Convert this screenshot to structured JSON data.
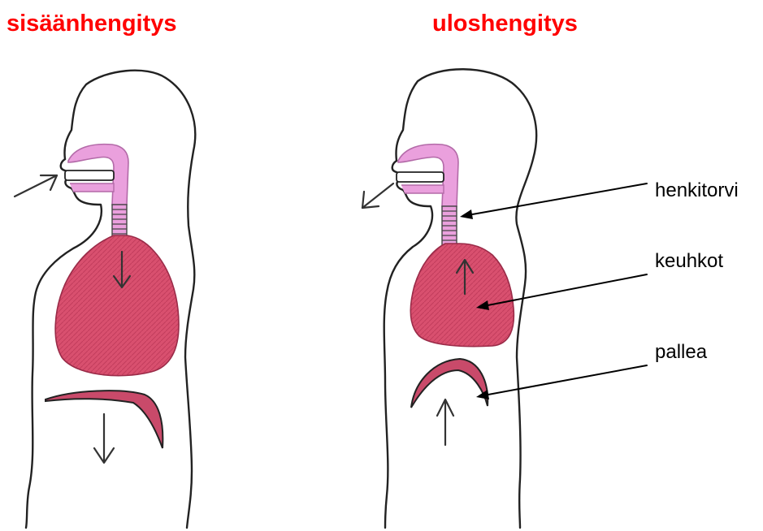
{
  "titles": {
    "inhale": "sisäänhengitys",
    "exhale": "uloshengitys"
  },
  "labels": {
    "trachea": "henkitorvi",
    "lungs": "keuhkot",
    "diaphragm": "pallea"
  },
  "colors": {
    "title": "#ff0000",
    "lung_fill": "#d9506f",
    "airway_fill": "#eaa0dd",
    "diaphragm_fill": "#c94a6a",
    "outline": "#222222"
  }
}
